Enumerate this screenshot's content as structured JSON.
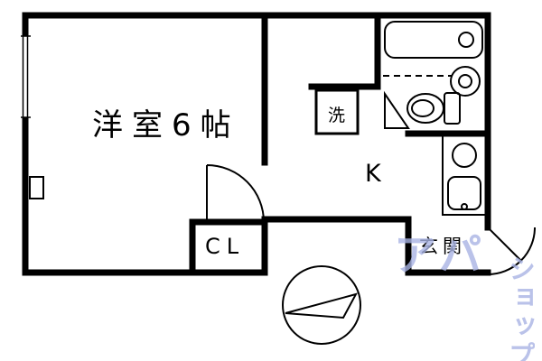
{
  "page": {
    "type": "apartment-floor-plan"
  },
  "labels": {
    "main_room": "洋室6帖",
    "washer": "洗",
    "kitchen": "K",
    "closet": "CL",
    "entrance": "玄関"
  },
  "watermark": {
    "line1": "アパ",
    "line2": "ショップ",
    "color": "#a9b4e4"
  },
  "colors": {
    "wall": "#000000",
    "background": "#ffffff"
  },
  "fixtures": [
    "bathtub-icon",
    "wash-basin-icon",
    "toilet-icon",
    "bathroom-door-icon",
    "bath-screen-dashed-line",
    "washing-machine-space",
    "kitchen-stove-icon",
    "kitchen-sink-icon",
    "window",
    "room-door-arc",
    "entrance-door-arc",
    "compass-arrow-icon"
  ]
}
